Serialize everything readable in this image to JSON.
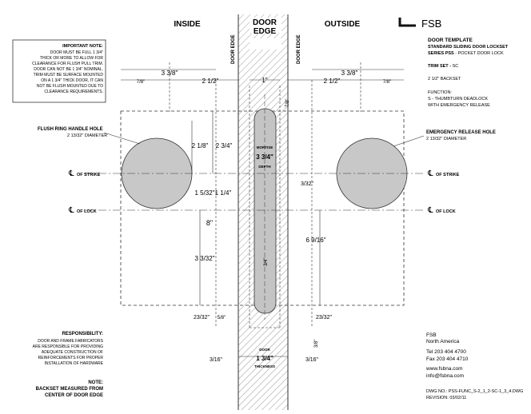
{
  "headings": {
    "inside": "INSIDE",
    "door_edge_1": "DOOR",
    "door_edge_2": "EDGE",
    "outside": "OUTSIDE",
    "door_edge_vertical": "DOOR EDGE"
  },
  "brand": {
    "logo_text": "FSB"
  },
  "template_info": {
    "title": "DOOR TEMPLATE",
    "line1": "STANDARD SLIDING DOOR LOCKSET",
    "line2_bold": "SERIES PSS",
    "line2_rest": " - POCKET DOOR LOCK",
    "trim_label": "TRIM SET - ",
    "trim_value": "SC",
    "backset": "2 1/2\" BACKSET",
    "function_label": "FUNCTION:",
    "function_line1": "S - THUMBTURN DEADLOCK",
    "function_line2": "WITH EMERGENCY RELEASE"
  },
  "important_note": {
    "title": "IMPORTANT NOTE:",
    "lines": [
      "DOOR MUST BE FULL 1 3/4\"",
      "THICK OR MORE TO ALLOW FOR",
      "CLEARANCE FOR FLUSH PULL TRIM.",
      "DOOR CAN NOT BE 1 3/4\" NOMINAL.",
      "TRIM MUST BE SURFACE MOUNTED",
      "ON A 1 3/4\" THICK DOOR, IT CAN",
      "NOT BE FLUSH MOUNTED DUE TO",
      "CLEARANCE REQUIREMENTS."
    ]
  },
  "labels": {
    "flush_ring_title": "FLUSH RING HANDLE HOLE",
    "flush_ring_dia": "2 13/32\" DIAMETER",
    "emergency_title": "EMERGENCY RELEASE HOLE",
    "emergency_dia": "2 13/32\" DIAMETER",
    "cl": "℄",
    "of_strike": "OF STRIKE",
    "of_lock": "OF LOCK",
    "mortise_1": "MORTISE",
    "mortise_2": "DEPTH",
    "door_thickness_1": "DOOR",
    "door_thickness_2": "THICKNESS"
  },
  "dimensions": {
    "d_3_3_8_left": "3 3/8\"",
    "d_7_8_left": "7/8\"",
    "d_2_1_2_left": "2 1/2\"",
    "d_1in": "1\"",
    "d_2_1_2_right": "2 1/2\"",
    "d_3_3_8_right": "3 3/8\"",
    "d_7_8_right": "7/8\"",
    "d_7_8_top": "7/8\"",
    "d_2_1_8": "2 1/8\"",
    "d_2_3_4": "2 3/4\"",
    "d_3_3_4": "3 3/4\"",
    "d_1_5_32": "1 5/32\"",
    "d_1_1_4": "1 1/4\"",
    "d_3_32": "3/32\"",
    "d_8": "8\"",
    "d_3_3_32": "3 3/32\"",
    "d_6_9_16": "6 9/16\"",
    "d_3_4": "3/4\"",
    "d_23_32_left": "23/32\"",
    "d_5_8": "5/8\"",
    "d_23_32_right": "23/32\"",
    "d_3_8": "3/8\"",
    "d_1_3_4": "1 3/4\"",
    "d_3_16_left": "3/16\"",
    "d_3_16_right": "3/16\""
  },
  "responsibility": {
    "title": "RESPONSIBILITY:",
    "lines": [
      "DOOR AND FRAME FABRICATORS",
      "ARE RESPONSIBLE FOR PROVIDING",
      "ADEQUATE CONSTRUCTION OF",
      "REINFORCEMENTS FOR PROPER",
      "INSTALLATION OF HARDWARE"
    ]
  },
  "note": {
    "title": "NOTE:",
    "line1": "BACKSET MEASURED FROM",
    "line2": "CENTER OF DOOR EDGE"
  },
  "contact": {
    "company": "FSB",
    "region": "North America",
    "tel": "Tel 203 404 4700",
    "fax": "Fax 203 404 4710",
    "web": "www.fsbna.com",
    "email": "info@fsbna.com"
  },
  "drawing": {
    "dwg_no": "DWG NO.:  PSS-FUNC_S-2_1_2-SC-1_3_4.DWG",
    "revision": "REVISION: 03/02/11"
  },
  "colors": {
    "line": "#333333",
    "hole_fill": "#c8c8c8",
    "mortise_fill": "#c4c4c4",
    "hatch": "#9a9a9a"
  }
}
